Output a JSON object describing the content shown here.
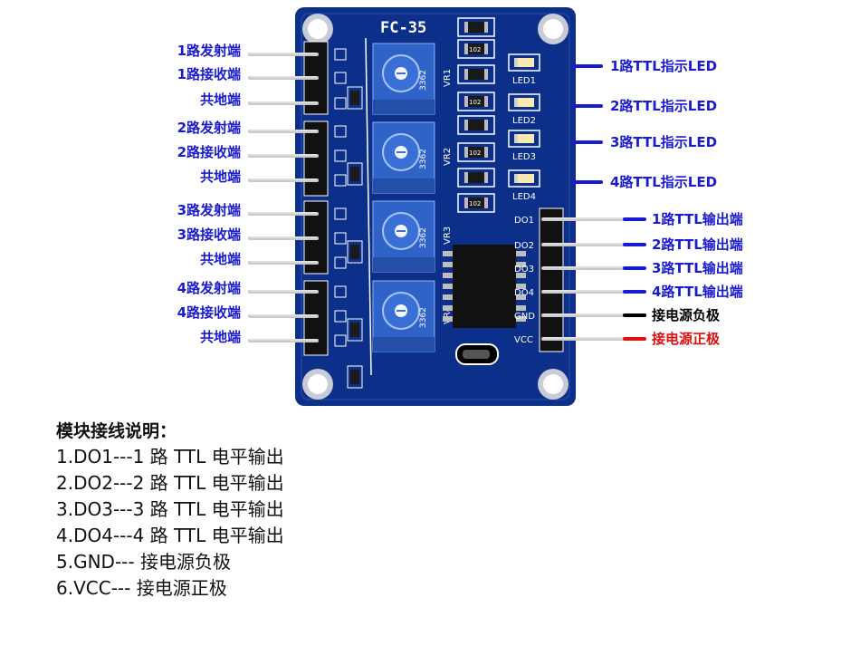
{
  "board": {
    "name": "FC-35",
    "pot_labels": [
      "VR1",
      "VR2",
      "VR3",
      "VR4"
    ],
    "pot_code": "3362",
    "led_labels": [
      "LED1",
      "LED2",
      "LED3",
      "LED4"
    ],
    "pin_labels": [
      "DO1",
      "DO2",
      "DO3",
      "DO4",
      "GND",
      "VCC"
    ],
    "component_code": "102"
  },
  "left_labels": [
    "1路发射端",
    "1路接收端",
    "共地端",
    "2路发射端",
    "2路接收端",
    "共地端",
    "3路发射端",
    "3路接收端",
    "共地端",
    "4路发射端",
    "4路接收端",
    "共地端"
  ],
  "led_callouts": [
    "1路TTL指示LED",
    "2路TTL指示LED",
    "3路TTL指示LED",
    "4路TTL指示LED"
  ],
  "pin_callouts": [
    {
      "text": "1路TTL输出端",
      "color": "#1a1ad0"
    },
    {
      "text": "2路TTL输出端",
      "color": "#1a1ad0"
    },
    {
      "text": "3路TTL输出端",
      "color": "#1a1ad0"
    },
    {
      "text": "4路TTL输出端",
      "color": "#1a1ad0"
    },
    {
      "text": "接电源负极",
      "color": "#000000"
    },
    {
      "text": "接电源正极",
      "color": "#e01010"
    }
  ],
  "description": {
    "title": "模块接线说明：",
    "lines": [
      "1.DO1---1 路 TTL 电平输出",
      "2.DO2---2 路 TTL 电平输出",
      "3.DO3---3 路 TTL 电平输出",
      "4.DO4---4 路 TTL 电平输出",
      "5.GND--- 接电源负极",
      "6.VCC--- 接电源正极"
    ]
  },
  "colors": {
    "pcb": "#0c2f8a",
    "pcb_dark": "#071f63",
    "silkscreen": "#ffffff",
    "pot": "#2f63c8",
    "label_blue": "#1a1ad0",
    "label_red": "#e01010",
    "label_black": "#000000"
  }
}
